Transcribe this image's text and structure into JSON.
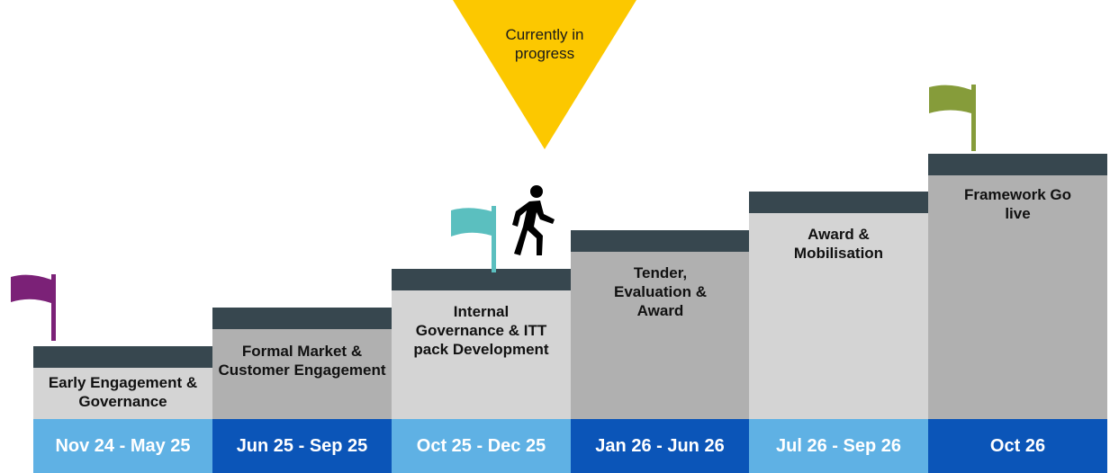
{
  "indicator": {
    "text": "Currently in progress",
    "color": "#fcc800"
  },
  "colors": {
    "cap": "#37474f",
    "date_light": "#5fb1e4",
    "date_dark": "#0b55b8",
    "flag_purple": "#7b2177",
    "flag_teal": "#5bbfbf",
    "flag_green": "#869c3a"
  },
  "steps": [
    {
      "label": "Early Engagement & Governance",
      "date": "Nov 24 - May 25"
    },
    {
      "label": "Formal Market & Customer Engagement",
      "date": "Jun 25 - Sep 25"
    },
    {
      "label": "Internal Governance & ITT pack Development",
      "date": "Oct 25 - Dec 25"
    },
    {
      "label": "Tender, Evaluation & Award",
      "date": "Jan 26 - Jun 26"
    },
    {
      "label": "Award & Mobilisation",
      "date": "Jul 26 - Sep 26"
    },
    {
      "label": "Framework Go live",
      "date": "Oct 26"
    }
  ],
  "icons": {
    "walker": "person-walking-icon",
    "flags": [
      "flag-icon",
      "flag-icon",
      "flag-icon"
    ]
  }
}
